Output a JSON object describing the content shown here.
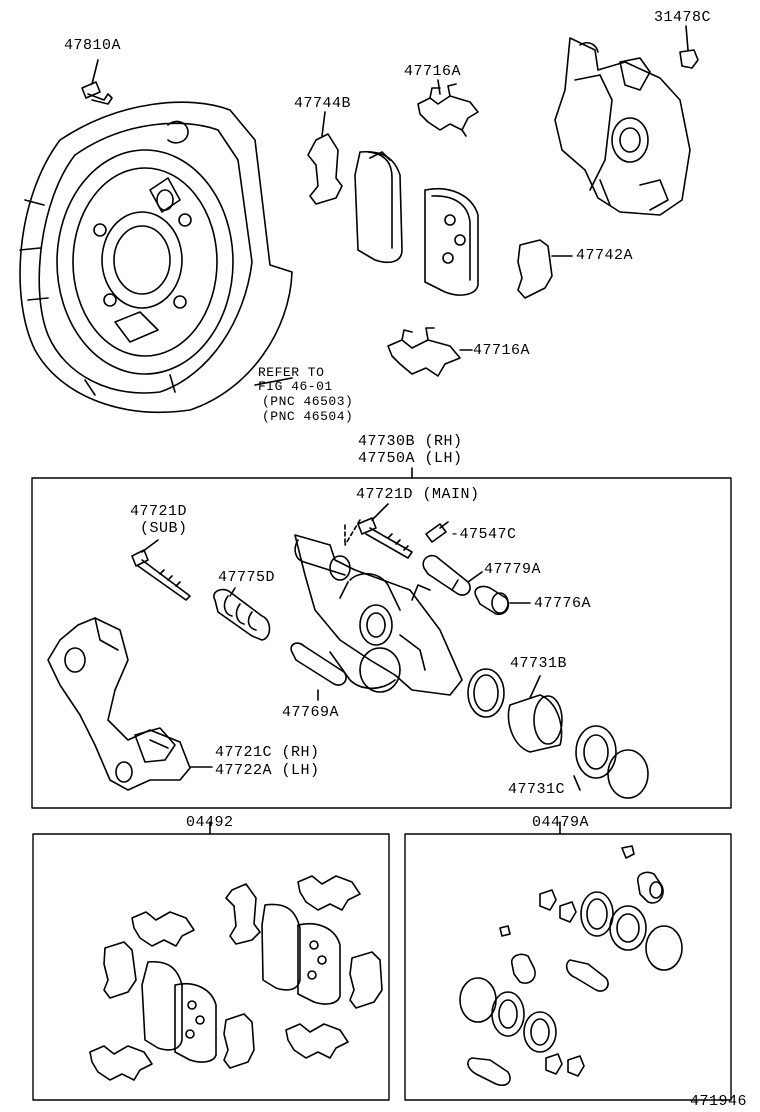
{
  "labels": {
    "p47810A": "47810A",
    "p31478C": "31478C",
    "p47716A_top": "47716A",
    "p47744B": "47744B",
    "p47742A": "47742A",
    "p47716A_mid": "47716A",
    "refer_line1": "REFER TO",
    "refer_line2": "FIG 46-01",
    "refer_line3": "(PNC 46503)",
    "refer_line4": "(PNC 46504)",
    "assy_line1": "47730B (RH)",
    "assy_line2": "47750A (LH)",
    "p47721D_sub1": "47721D",
    "p47721D_sub2": "(SUB)",
    "p47721D_main": "47721D (MAIN)",
    "p47547C": "-47547C",
    "p47779A": "47779A",
    "p47776A": "47776A",
    "p47775D": "47775D",
    "p47731B": "47731B",
    "p47769A": "47769A",
    "p47721C": "47721C (RH)",
    "p47722A": "47722A (LH)",
    "p47731C": "47731C",
    "kit_04492": "04492",
    "kit_04479A": "04479A",
    "figure_number": "471946"
  }
}
